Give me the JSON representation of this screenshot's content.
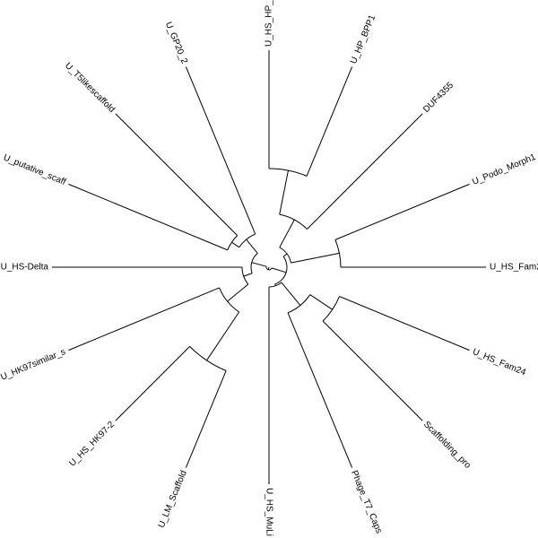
{
  "tree": {
    "layout": "circular",
    "line_color": "#000000",
    "leaves": [
      {
        "id": "hp",
        "label": "U_HS_HP_",
        "angle": 0
      },
      {
        "id": "hpbpp1",
        "label": "U_HP_BPP1",
        "angle": 22.5
      },
      {
        "id": "duf4355",
        "label": "DUF4355",
        "angle": 45
      },
      {
        "id": "podo",
        "label": "U_Podo_Morph1",
        "angle": 67.5
      },
      {
        "id": "fam2",
        "label": "U_HS_Fam2",
        "angle": 90
      },
      {
        "id": "fam24",
        "label": "U_HS_Fam24",
        "angle": 112.5
      },
      {
        "id": "scaff",
        "label": "Scaffolding_pro",
        "angle": 135
      },
      {
        "id": "t7",
        "label": "Phage_T7_Caps",
        "angle": 157.5
      },
      {
        "id": "muli",
        "label": "U_HS_MuLi",
        "angle": 180
      },
      {
        "id": "lm",
        "label": "U_LM_Scaffold",
        "angle": 202.5
      },
      {
        "id": "hk972",
        "label": "U_HS_HK97-2",
        "angle": 225
      },
      {
        "id": "hk97sim",
        "label": "U_HK97similar_s",
        "angle": 247.5
      },
      {
        "id": "delta",
        "label": "U_HS-Delta",
        "angle": 270
      },
      {
        "id": "putative",
        "label": "U_putative_scaff",
        "angle": 292.5
      },
      {
        "id": "t5like",
        "label": "U_T5likescaffold",
        "angle": 315
      },
      {
        "id": "gp20",
        "label": "U_GP20_2",
        "angle": 337.5
      }
    ]
  }
}
